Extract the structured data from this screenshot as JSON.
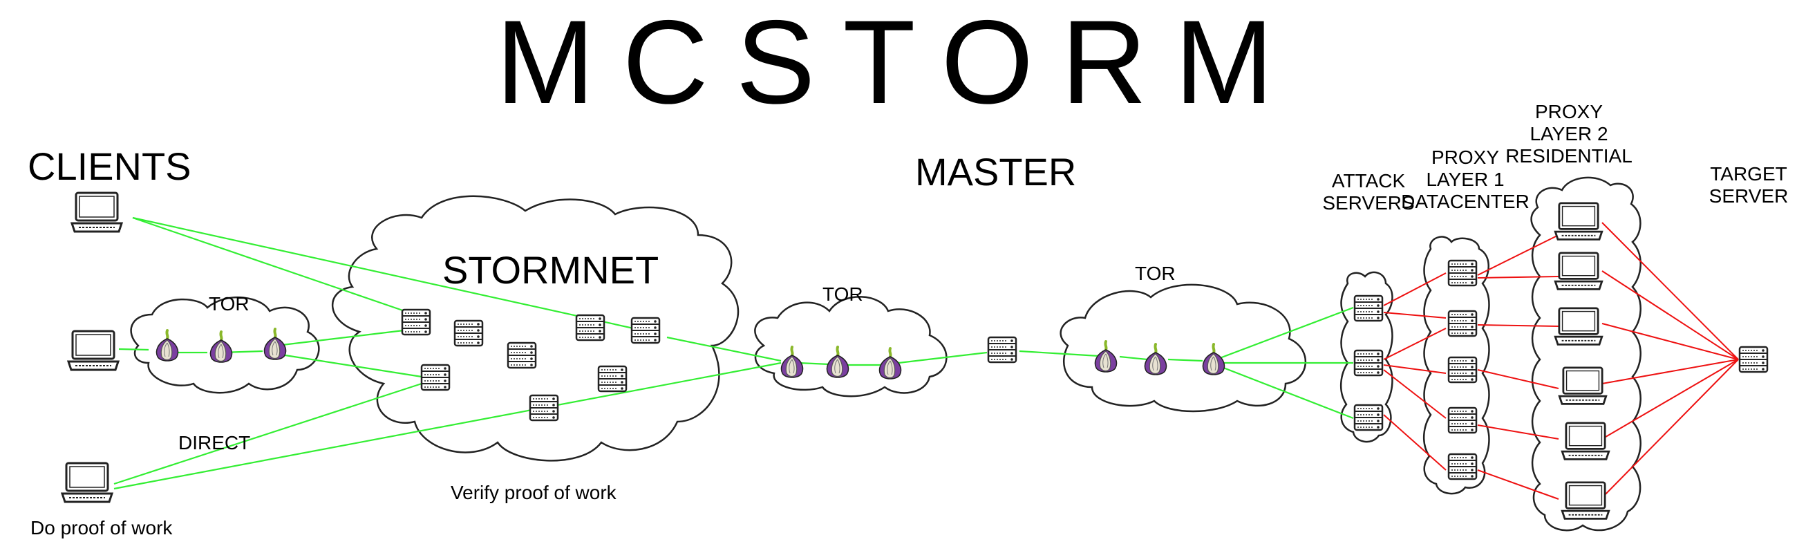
{
  "title": "MCSTORM",
  "labels": {
    "clients": "CLIENTS",
    "stormnet": "STORMNET",
    "master": "MASTER",
    "tor_a": "TOR",
    "tor_b": "TOR",
    "tor_c": "TOR",
    "direct": "DIRECT",
    "verify": "Verify proof of work",
    "do_pow": "Do proof of work",
    "attack": "ATTACK\nSERVERS",
    "proxy1": "PROXY\nLAYER 1\nDATACENTER",
    "proxy2": "PROXY\nLAYER 2\nRESIDENTIAL",
    "target": "TARGET\nSERVER"
  },
  "colors": {
    "green_link": "#33ee33",
    "red_link": "#ee1111",
    "onion_purple": "#7b3fa0",
    "onion_green": "#8ab82a"
  },
  "icons": {
    "client": "laptop-icon",
    "server": "server-icon",
    "tor": "tor-onion-icon"
  }
}
